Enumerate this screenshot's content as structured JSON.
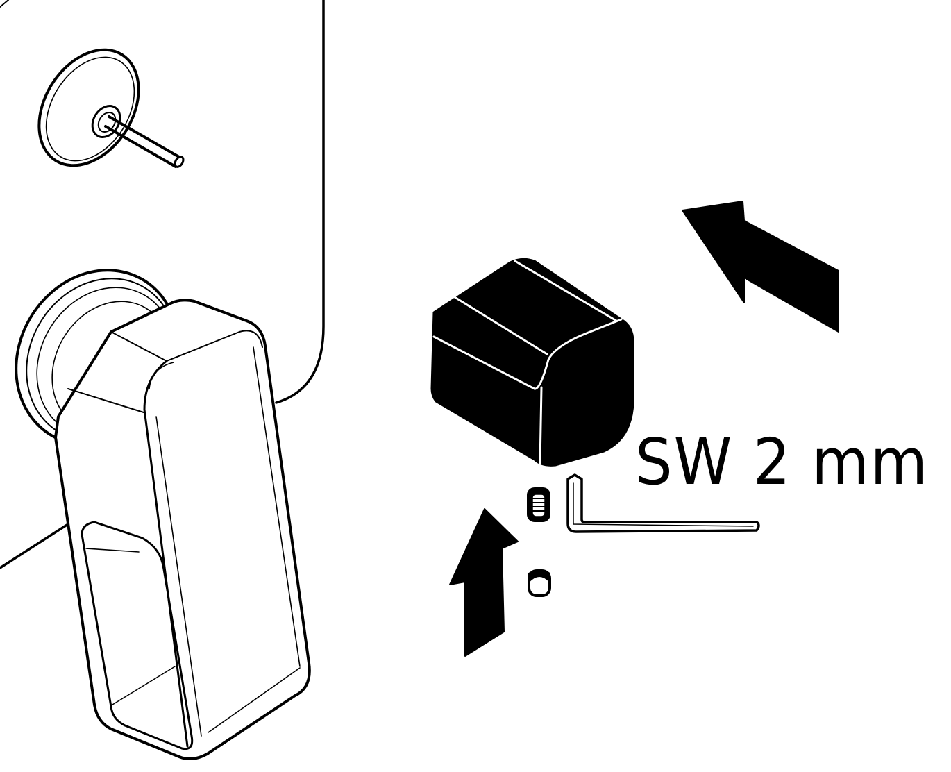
{
  "diagram": {
    "label_text": "SW 2 mm",
    "ink_color": "#000000",
    "paper_color": "#ffffff",
    "parts": {
      "mixer_body": "mixer-body",
      "diverter_rosette": "diverter-rosette",
      "diverter_spindle": "diverter-spindle",
      "lever_handle": "lever-handle",
      "knob_cap": "knob-cap",
      "grub_screw": "grub-screw",
      "cover_cap": "cover-cap",
      "hex_key": "hex-key",
      "arrows": [
        "arrow-up",
        "arrow-push-in"
      ]
    }
  }
}
